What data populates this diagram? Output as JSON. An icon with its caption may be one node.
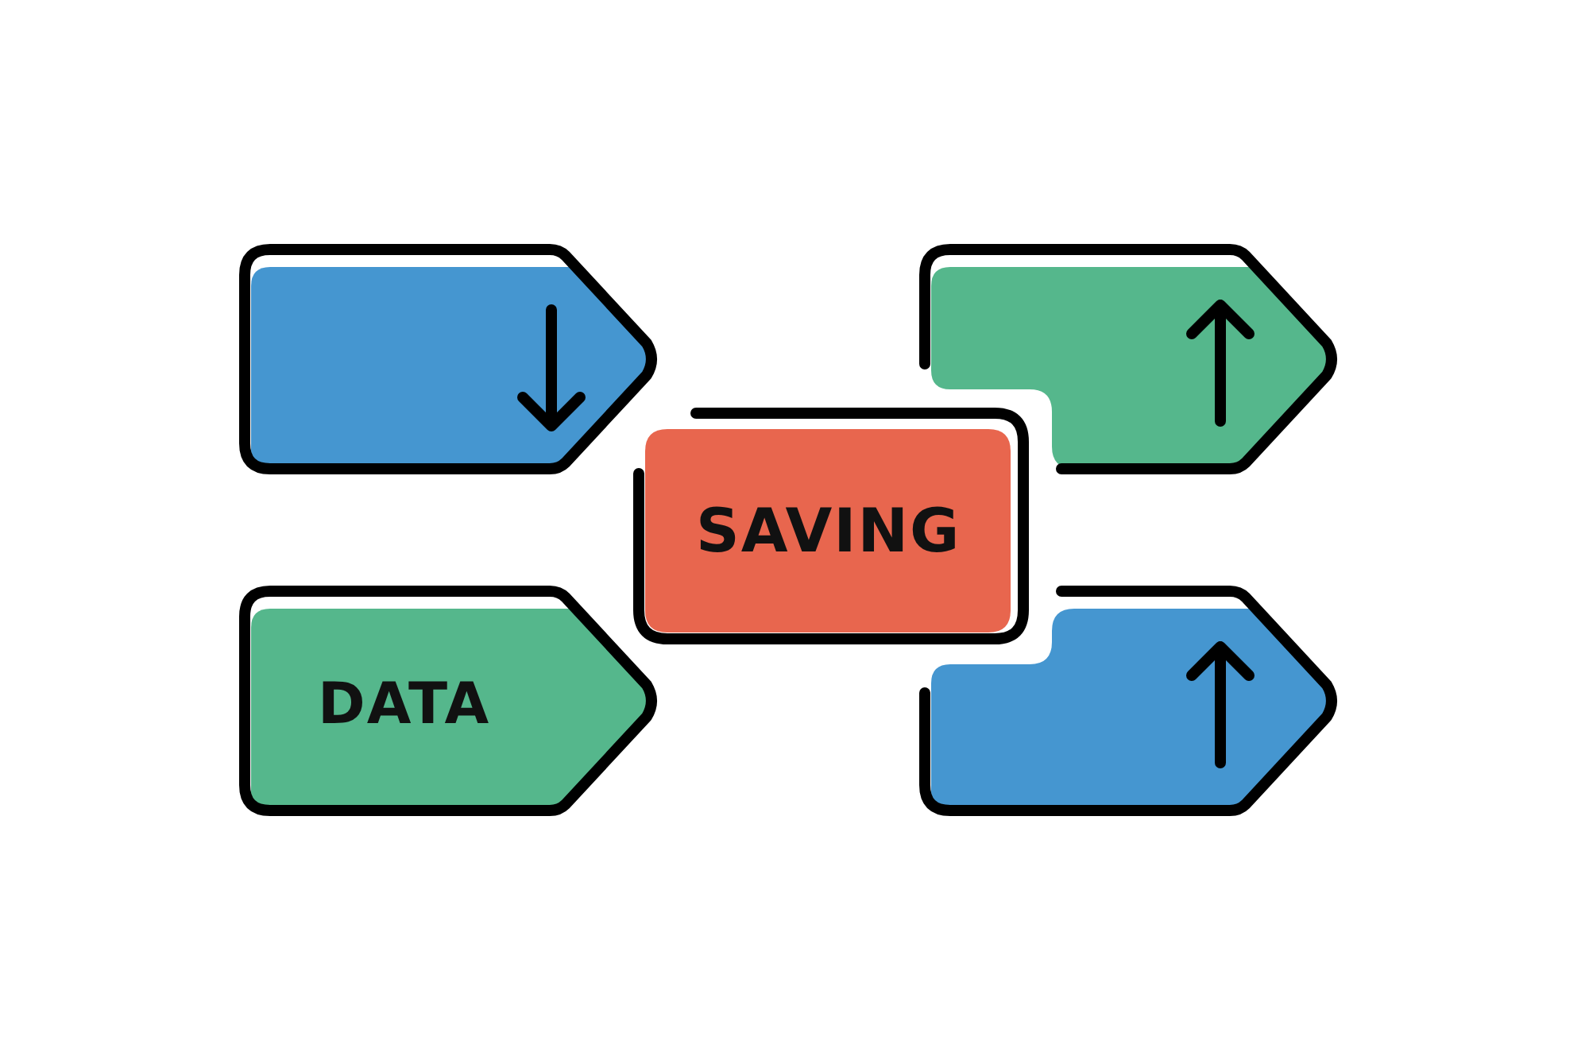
{
  "diagram": {
    "nodes": [
      {
        "text": [],
        "shape": "tag"
      },
      {
        "text": [],
        "shape": "tag"
      },
      {
        "text": [
          "SAVING"
        ]
      },
      {
        "text": [
          "DATA"
        ]
      },
      {
        "text": [],
        "shape": "tag"
      }
    ]
  }
}
